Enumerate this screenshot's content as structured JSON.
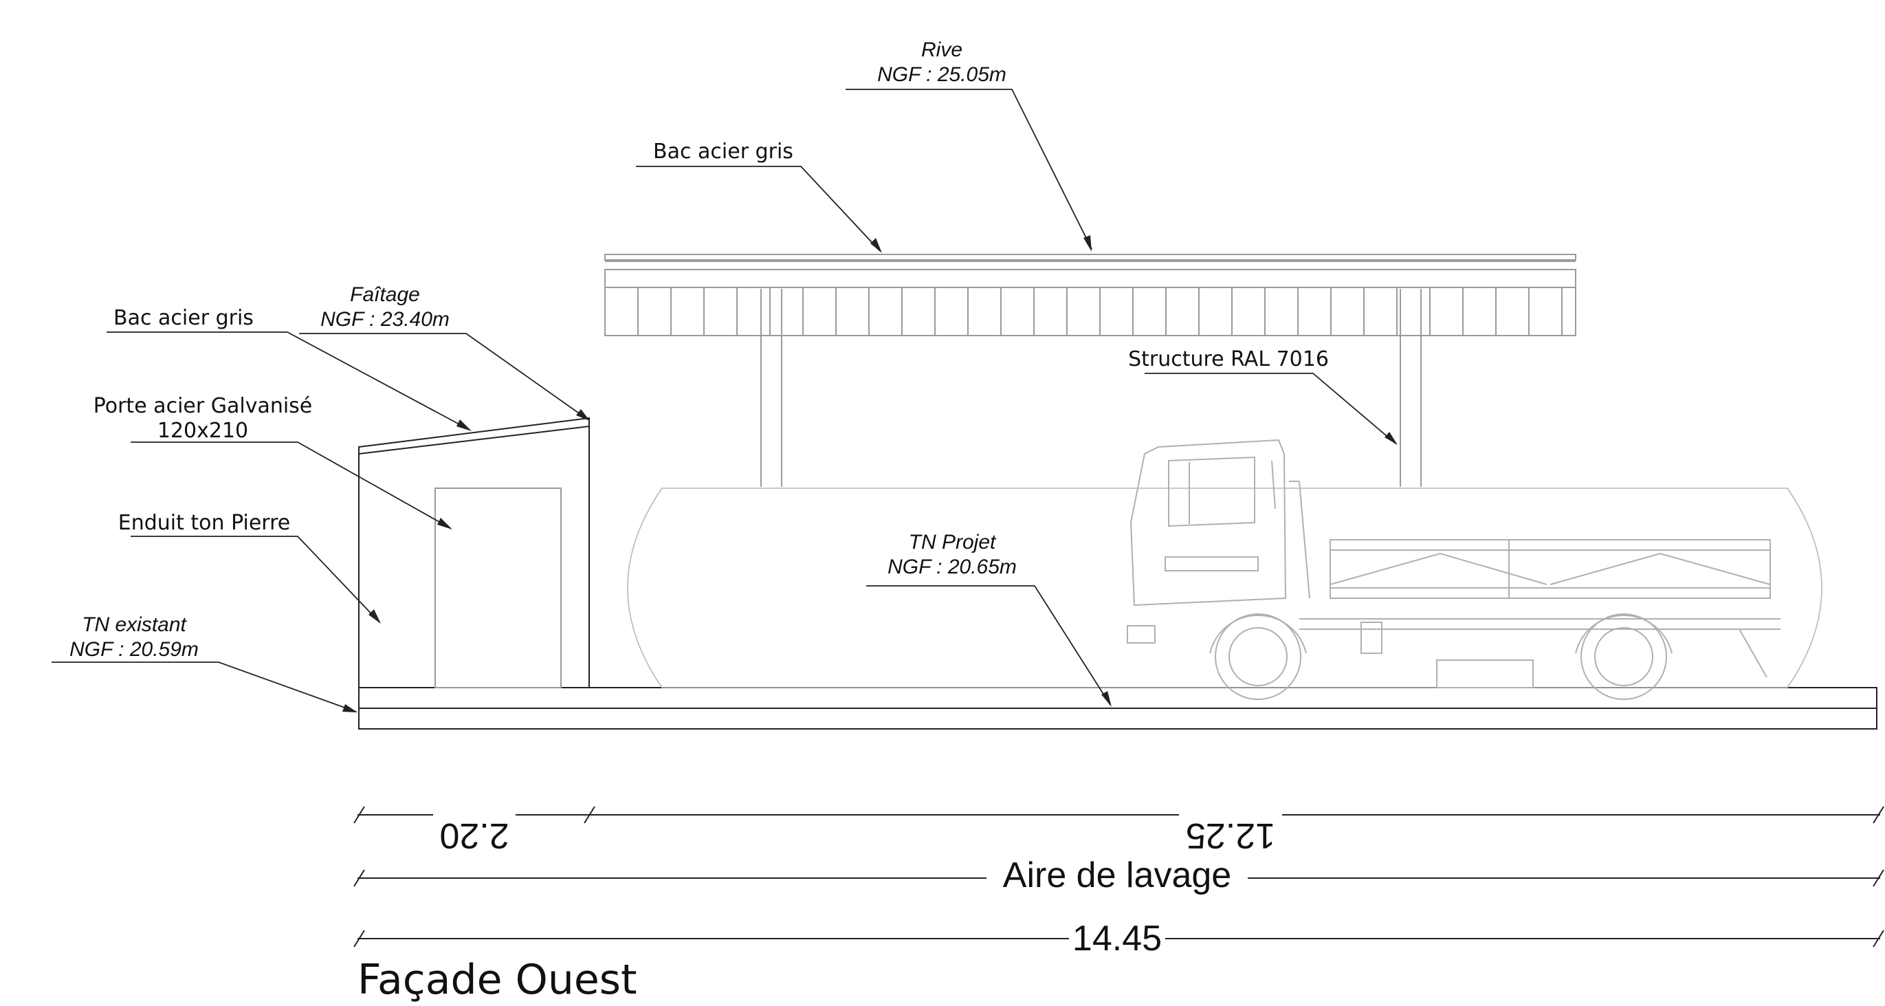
{
  "labels": {
    "rive_title": "Rive",
    "rive_ngf": "NGF : 25.05m",
    "bac_acier_gris_top": "Bac acier gris",
    "faitage_title": "Faîtage",
    "faitage_ngf": "NGF : 23.40m",
    "bac_acier_gris_left": "Bac acier gris",
    "porte_line1": "Porte acier Galvanisé",
    "porte_line2": "120x210",
    "enduit": "Enduit ton Pierre",
    "tn_existant_title": "TN existant",
    "tn_existant_ngf": "NGF : 20.59m",
    "structure": "Structure RAL 7016",
    "tn_projet_title": "TN Projet",
    "tn_projet_ngf": "NGF : 20.65m"
  },
  "dimensions": {
    "left_span": "2.20",
    "right_span": "12.25",
    "aire": "Aire de lavage",
    "total": "14.45"
  },
  "title": "Façade Ouest"
}
